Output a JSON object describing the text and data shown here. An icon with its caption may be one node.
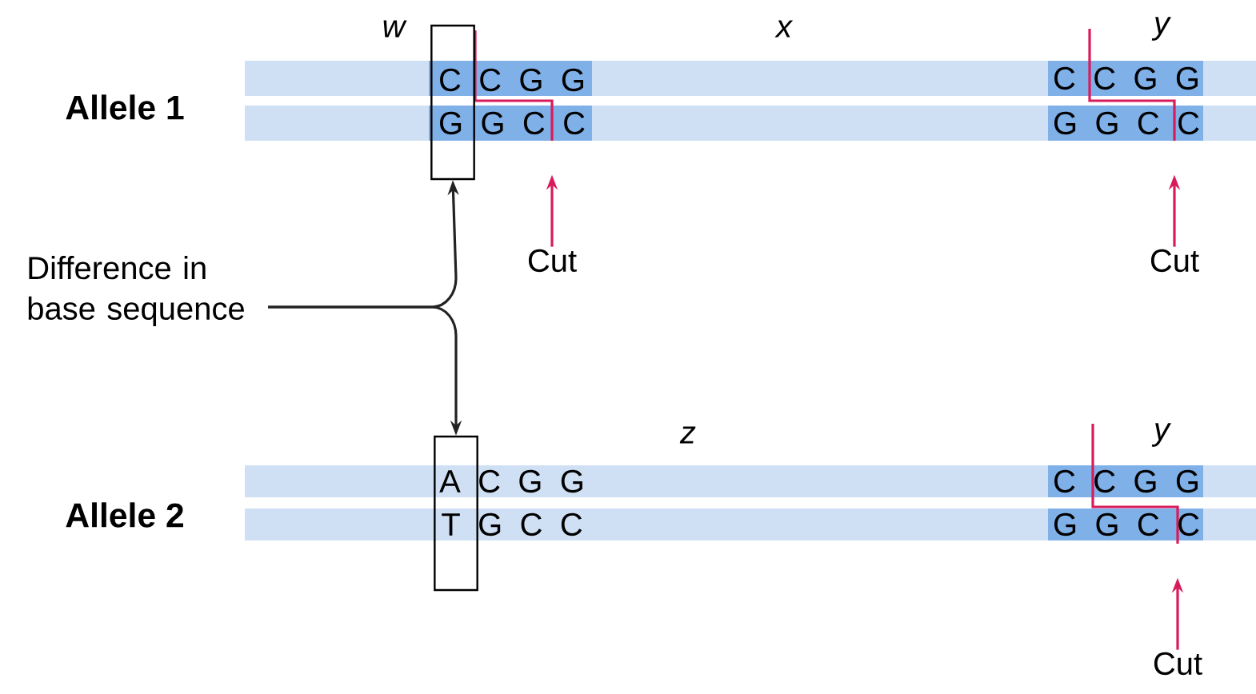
{
  "diagram": {
    "nodes": [
      {
        "text": [
          "Difference in base sequence"
        ]
      },
      {
        "text": [],
        "shape": "box"
      },
      {
        "text": [],
        "shape": "box"
      },
      {
        "text": [
          "Cut"
        ]
      },
      {
        "text": [
          "Cut"
        ]
      },
      {
        "text": [
          "Cut"
        ]
      }
    ],
    "edges": [
      {
        "from": 0,
        "to": 1,
        "arrow": "to",
        "color": "#222222"
      },
      {
        "from": 0,
        "to": 2,
        "arrow": "to",
        "color": "#222222"
      },
      {
        "from": 3,
        "to": null,
        "arrow": "to",
        "color": "#d81b5a"
      },
      {
        "from": 4,
        "to": null,
        "arrow": "to",
        "color": "#d81b5a"
      },
      {
        "from": 5,
        "to": null,
        "arrow": "to",
        "color": "#d81b5a"
      }
    ],
    "labels": [
      "w",
      "x",
      "y",
      "Allele 1",
      "C C G G",
      "G G C C",
      "C C G G",
      "G G C C",
      "z",
      "y",
      "Allele 2",
      "A C G G",
      "T G C C",
      "C C G G",
      "G G C C"
    ]
  }
}
